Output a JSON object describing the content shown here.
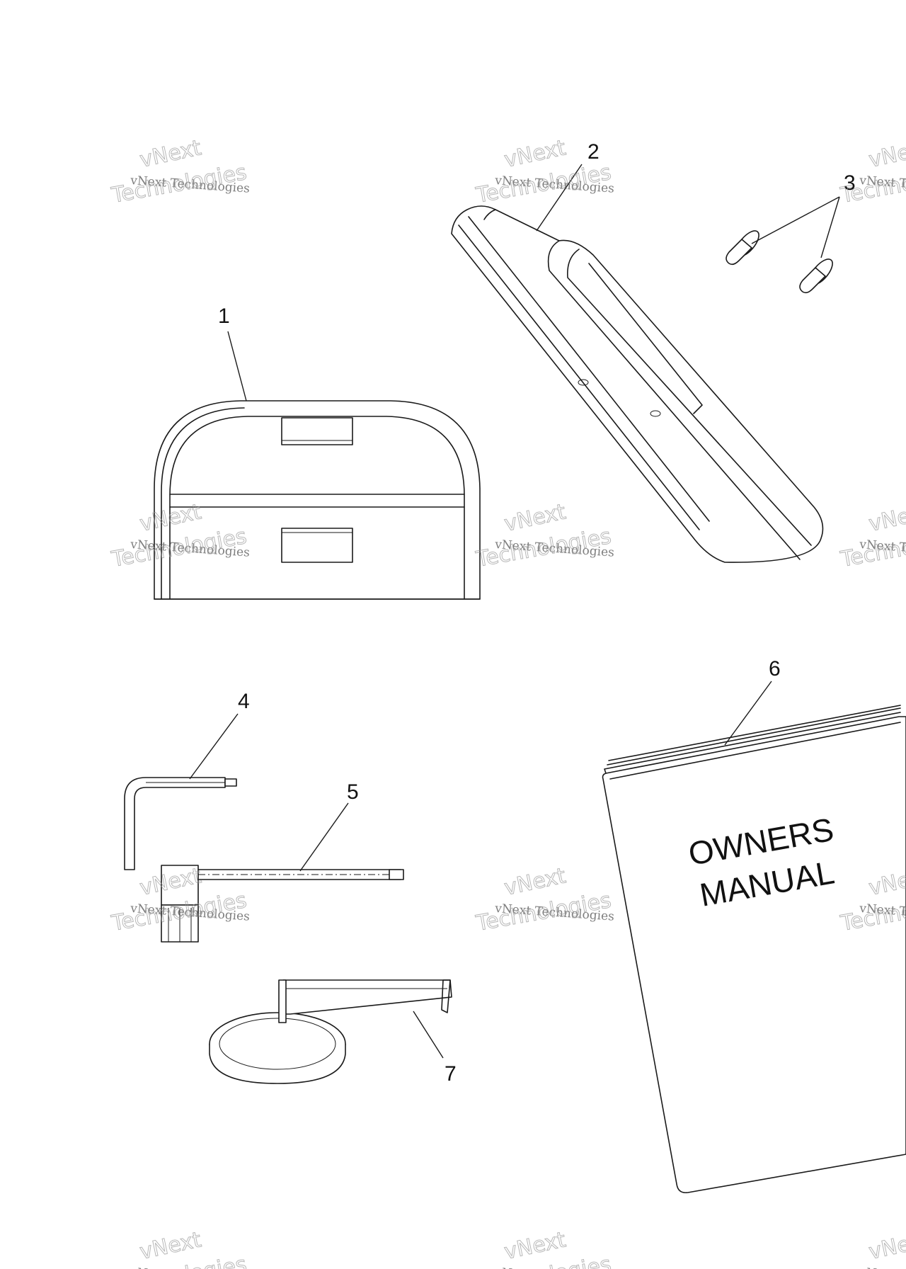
{
  "callouts": {
    "c1": "1",
    "c2": "2",
    "c3": "3",
    "c4": "4",
    "c5": "5",
    "c6": "6",
    "c7": "7"
  },
  "manual": {
    "line1": "OWNERS",
    "line2": "MANUAL"
  },
  "watermark": {
    "brand": "vNext",
    "company": "vNext Technologies",
    "word": "Technologies"
  },
  "colors": {
    "line": "#1a1a1a",
    "background": "#ffffff",
    "watermark": "#9a9a9a"
  }
}
